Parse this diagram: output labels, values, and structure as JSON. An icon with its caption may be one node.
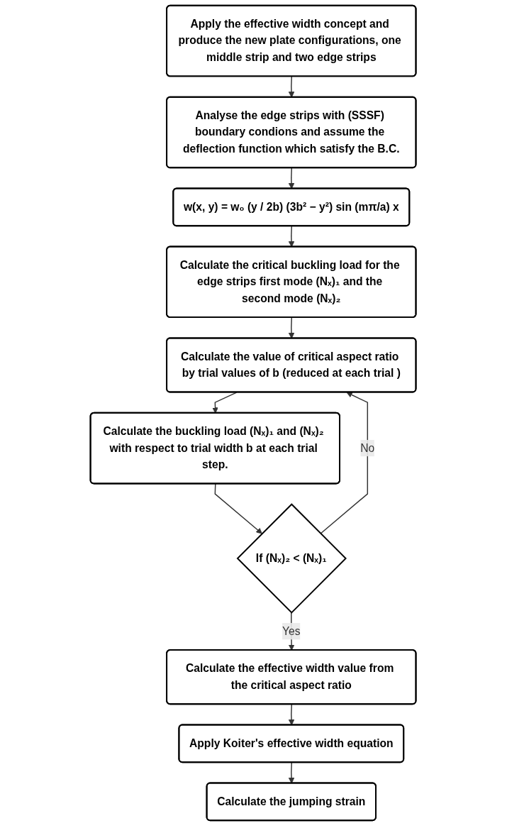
{
  "diagram": {
    "nodes": [
      {
        "text": [
          "Apply the effective width concept and produce the new plate configurations, one middle strip and two edge strips"
        ]
      },
      {
        "text": [
          "Analyse the edge strips with (SSSF) boundary condions and assume the deflection function which satisfy the B.C."
        ]
      },
      {
        "text": [
          "w(x, y) = w₀ (y / 2b) (3b² − y²) sin (mπ/a) x"
        ]
      },
      {
        "text": [
          "Calculate the critical buckling load for the edge strips first mode (Nₓ)₁ and the second mode (Nₓ)₂"
        ]
      },
      {
        "text": [
          "Calculate the value of critical aspect ratio by trial values of b (reduced at each trial )"
        ]
      },
      {
        "text": [
          "Calculate the buckling load (Nₓ)₁ and (Nₓ)₂ with respect to trial width b at each trial step."
        ]
      },
      {
        "text": [
          "If (Nₓ)₂ < (Nₓ)₁"
        ]
      },
      {
        "text": [
          "Calculate the effective width value from the critical aspect ratio"
        ]
      },
      {
        "text": [
          "Apply Koiter's effective width equation"
        ]
      },
      {
        "text": [
          "Calculate the jumping strain"
        ]
      }
    ],
    "edges": [
      {
        "from": 0,
        "to": 1,
        "arrow": "to"
      },
      {
        "from": 1,
        "to": 2,
        "arrow": "to"
      },
      {
        "from": 2,
        "to": 3,
        "arrow": "to"
      },
      {
        "from": 3,
        "to": 4,
        "arrow": "to"
      },
      {
        "from": 4,
        "to": 5,
        "arrow": "to"
      },
      {
        "from": 5,
        "to": 6,
        "arrow": "to"
      },
      {
        "from": 6,
        "to": 4,
        "arrow": "to",
        "label": "No"
      },
      {
        "from": 6,
        "to": 7,
        "arrow": "to",
        "label": "Yes"
      },
      {
        "from": 7,
        "to": 8,
        "arrow": "to"
      },
      {
        "from": 8,
        "to": 9,
        "arrow": "to"
      }
    ]
  }
}
